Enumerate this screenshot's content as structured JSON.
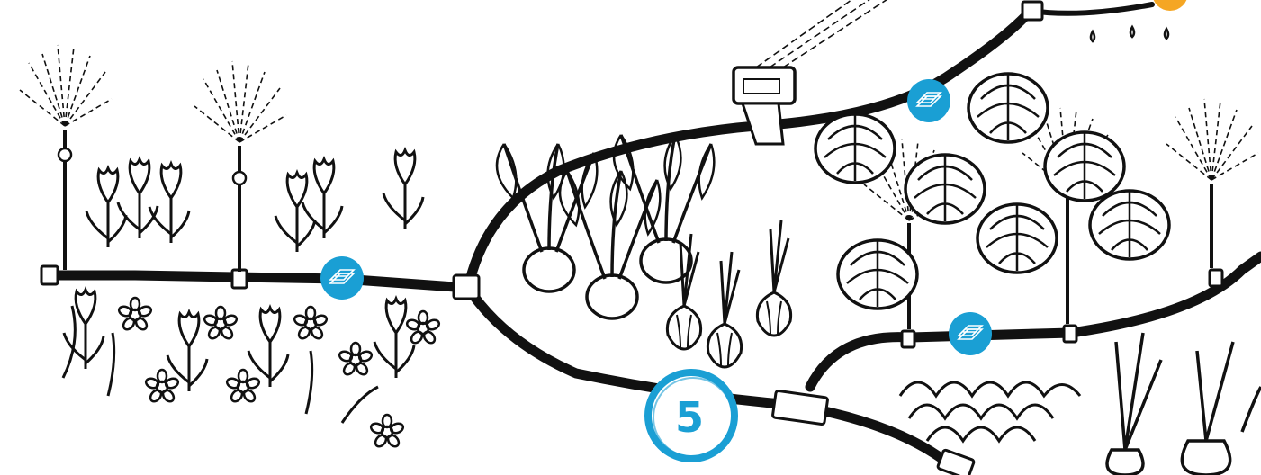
{
  "illustration": {
    "style": "black ink sketch of a garden irrigation system",
    "accent_blue": "#1a9fd4",
    "accent_orange": "#f5a623",
    "ink": "#111111",
    "step_badge": {
      "number": "5",
      "color": "#1a9fd4",
      "icon": "hand-drawn-circle"
    },
    "sensors": [
      {
        "icon": "soil-moisture-sensor-icon"
      },
      {
        "icon": "soil-moisture-sensor-icon"
      },
      {
        "icon": "soil-moisture-sensor-icon"
      }
    ],
    "plant_groups": [
      "tulips",
      "flowers",
      "kohlrabi",
      "onions",
      "cabbages",
      "lettuce",
      "carrots"
    ]
  }
}
